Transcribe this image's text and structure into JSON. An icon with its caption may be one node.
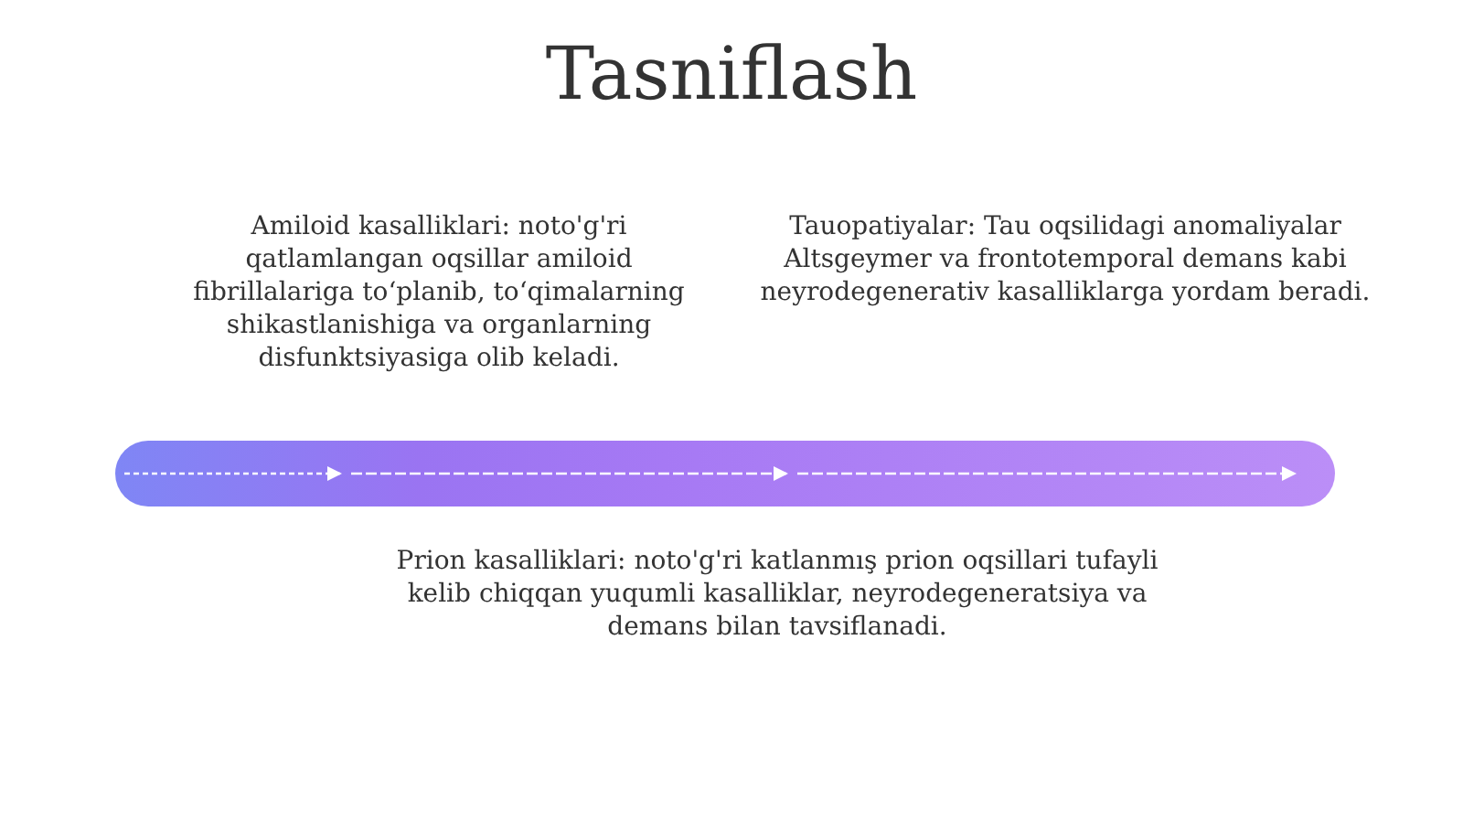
{
  "diagram": {
    "title": "Tasniflash",
    "labels": [
      "Amiloid kasalliklari: noto'g'ri qatlamlangan oqsillar amiloid fibrillalariga to‘planib, to‘qimalarning shikastlanishiga va organlarning disfunktsiyasiga olib keladi.",
      "Tauopatiyalar: Tau oqsilidagi anomaliyalar Altsgeymer va frontotemporal demans kabi neyrodegenerativ kasalliklarga yordam beradi.",
      "Prion kasalliklari: noto'g'ri katlanmış prion oqsillari tufayli kelib chiqqan yuqumli kasalliklar, neyrodegeneratsiya va demans bilan tavsiflanadi."
    ]
  }
}
